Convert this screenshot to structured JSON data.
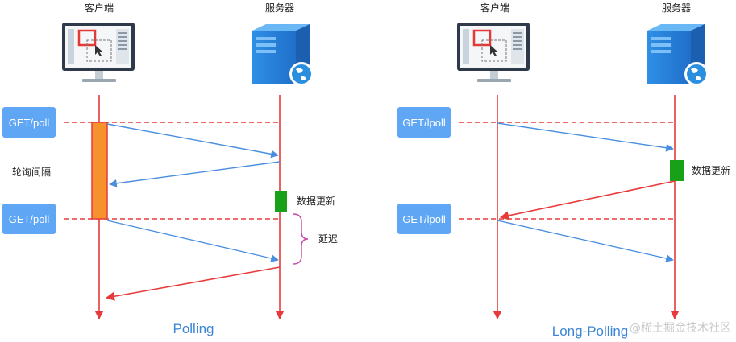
{
  "left": {
    "client_label": "客户端",
    "server_label": "服务器",
    "requests": [
      "GET/poll",
      "GET/poll"
    ],
    "interval_label": "轮询间隔",
    "data_update_label": "数据更新",
    "delay_label": "延迟",
    "caption": "Polling"
  },
  "right": {
    "client_label": "客户端",
    "server_label": "服务器",
    "requests": [
      "GET/lpoll",
      "GET/lpoll"
    ],
    "data_update_label": "数据更新",
    "caption": "Long-Polling"
  },
  "watermark": "@稀土掘金技术社区",
  "colors": {
    "lifeline": "#e83a3a",
    "request_arrow": "#4a8fdf",
    "response_arrow": "#e83a3a",
    "request_box": "#5fa6f5",
    "interval_bar": "#f6922d",
    "data_update_block": "#18a018",
    "delay_brace": "#c846a8",
    "caption": "#3b86d6"
  }
}
